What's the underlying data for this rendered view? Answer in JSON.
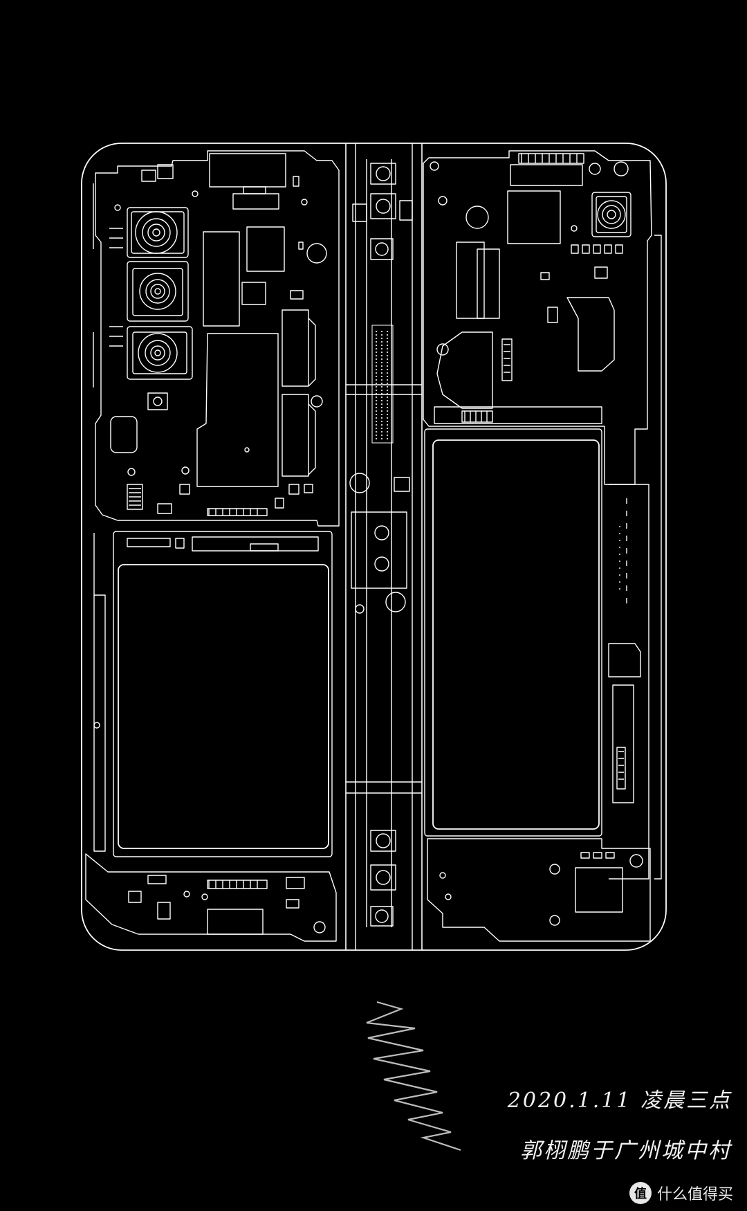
{
  "artwork": {
    "subject": "folding-phone-internal-line-drawing",
    "palette": {
      "background": "#000000",
      "line": "#ffffff",
      "scribble": "#bdbdbd"
    }
  },
  "caption": {
    "date": "2020.1.11 凌晨三点",
    "place": "郭栩鹏于广州城中村"
  },
  "watermark": {
    "badge": "值",
    "text": "什么值得买"
  }
}
